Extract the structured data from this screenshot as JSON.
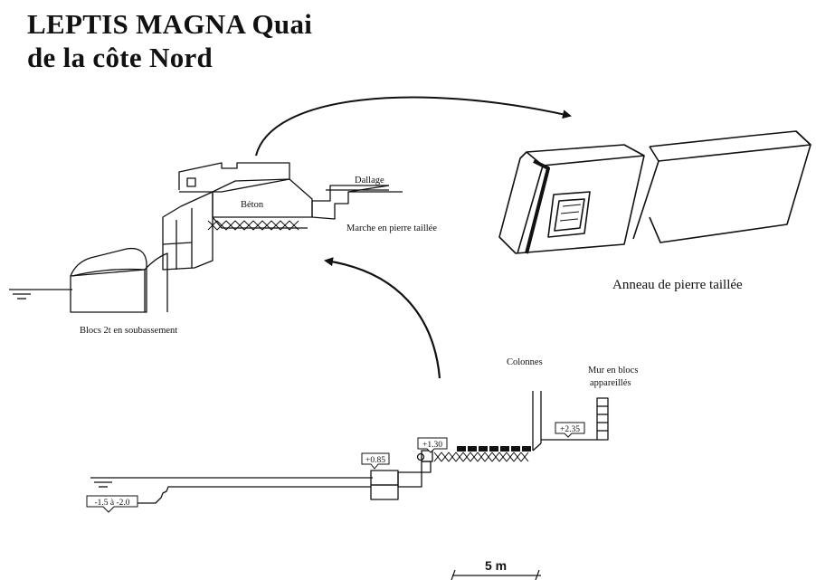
{
  "title": {
    "line1": "LEPTIS MAGNA Quai",
    "line2": "de la côte Nord"
  },
  "labels": {
    "beton": "Béton",
    "dallage": "Dallage",
    "marche": "Marche en pierre taillée",
    "blocs": "Blocs 2t en soubassement",
    "anneau": "Anneau de pierre taillée",
    "colonnes": "Colonnes",
    "mur_line1": "Mur en blocs",
    "mur_line2": "appareillés"
  },
  "elevations": {
    "e1": "-1.5 à -2.0",
    "e2": "+0.85",
    "e3": "+1.30",
    "e4": "+2.35"
  },
  "scale": {
    "label": "5 m"
  }
}
